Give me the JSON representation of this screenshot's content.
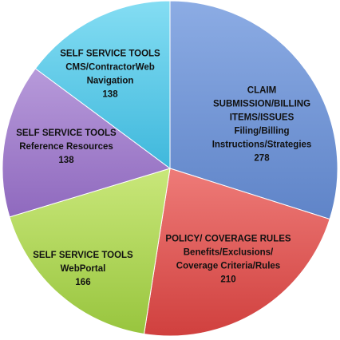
{
  "chart_data": {
    "type": "pie",
    "slices": [
      {
        "label_lines": [
          "CLAIM",
          "SUBMISSION/BILLING",
          "ITEMS/ISSUES",
          "Filing/Billing",
          "Instructions/Strategies"
        ],
        "value": 278,
        "value_text": "278",
        "color": "#8CACE4",
        "shade": "#5F84C8"
      },
      {
        "label_lines": [
          "POLICY/ COVERAGE RULES",
          "Benefits/Exclusions/",
          "Coverage Criteria/Rules"
        ],
        "value": 210,
        "value_text": "210",
        "color": "#EE7B78",
        "shade": "#D0403E"
      },
      {
        "label_lines": [
          "SELF SERVICE TOOLS",
          "WebPortal"
        ],
        "value": 166,
        "value_text": "166",
        "color": "#C9E77A",
        "shade": "#98C53E"
      },
      {
        "label_lines": [
          "SELF SERVICE TOOLS",
          "Reference Resources"
        ],
        "value": 138,
        "value_text": "138",
        "color": "#B79ADA",
        "shade": "#8F69BE"
      },
      {
        "label_lines": [
          "SELF SERVICE TOOLS",
          "CMS/ContractorWeb",
          "Navigation"
        ],
        "value": 138,
        "value_text": "138",
        "color": "#84DDF3",
        "shade": "#3FB8DC"
      }
    ]
  }
}
